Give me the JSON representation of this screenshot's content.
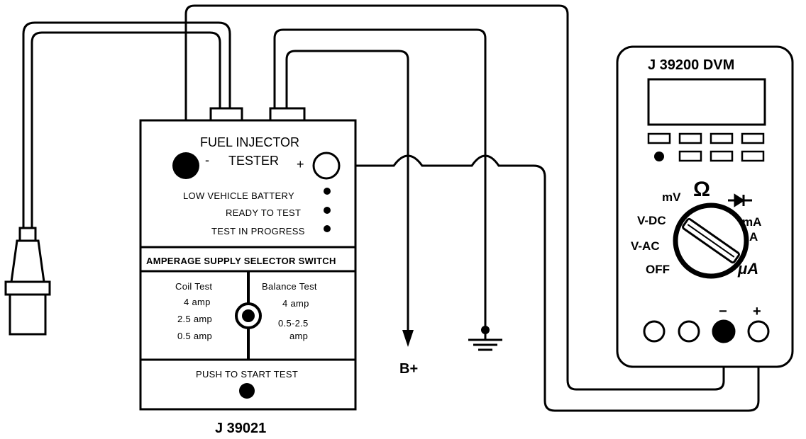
{
  "tester": {
    "title_line1": "FUEL INJECTOR",
    "title_line2": "TESTER",
    "minus": "-",
    "plus": "+",
    "status": [
      "LOW VEHICLE BATTERY",
      "READY TO TEST",
      "TEST IN PROGRESS"
    ],
    "selector_header": "AMPERAGE SUPPLY SELECTOR SWITCH",
    "coil_test": "Coil Test",
    "coil_values": [
      "4 amp",
      "2.5 amp",
      "0.5 amp"
    ],
    "balance_test": "Balance Test",
    "balance_values": [
      "4 amp",
      "0.5-2.5",
      "amp"
    ],
    "push_label": "PUSH TO START TEST",
    "model": "J 39021"
  },
  "dvm": {
    "title": "J 39200 DVM",
    "dial_labels": {
      "mv": "mV",
      "ohm": "Ω",
      "vdc": "V-DC",
      "vac": "V-AC",
      "off": "OFF",
      "ma": "mA",
      "a": "A",
      "ua": "μA"
    },
    "minus": "−",
    "plus": "+"
  },
  "labels": {
    "b_plus": "B+"
  }
}
